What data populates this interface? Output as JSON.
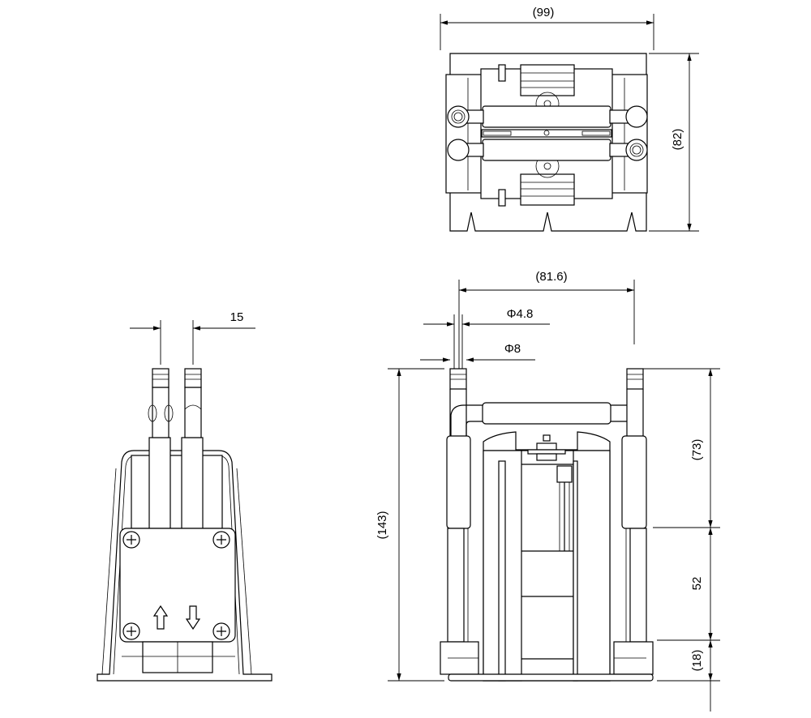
{
  "drawing": {
    "top_view": {
      "width_label": "(99)",
      "depth_label": "(82)"
    },
    "side_view": {
      "pitch_label": "15"
    },
    "front_view": {
      "width_label": "(81.6)",
      "inner_diameter_label": "Φ4.8",
      "outer_diameter_label": "Φ8",
      "total_height_label": "(143)",
      "upper_height_label": "(73)",
      "middle_height_label": "52",
      "base_height_label": "(18)"
    }
  }
}
